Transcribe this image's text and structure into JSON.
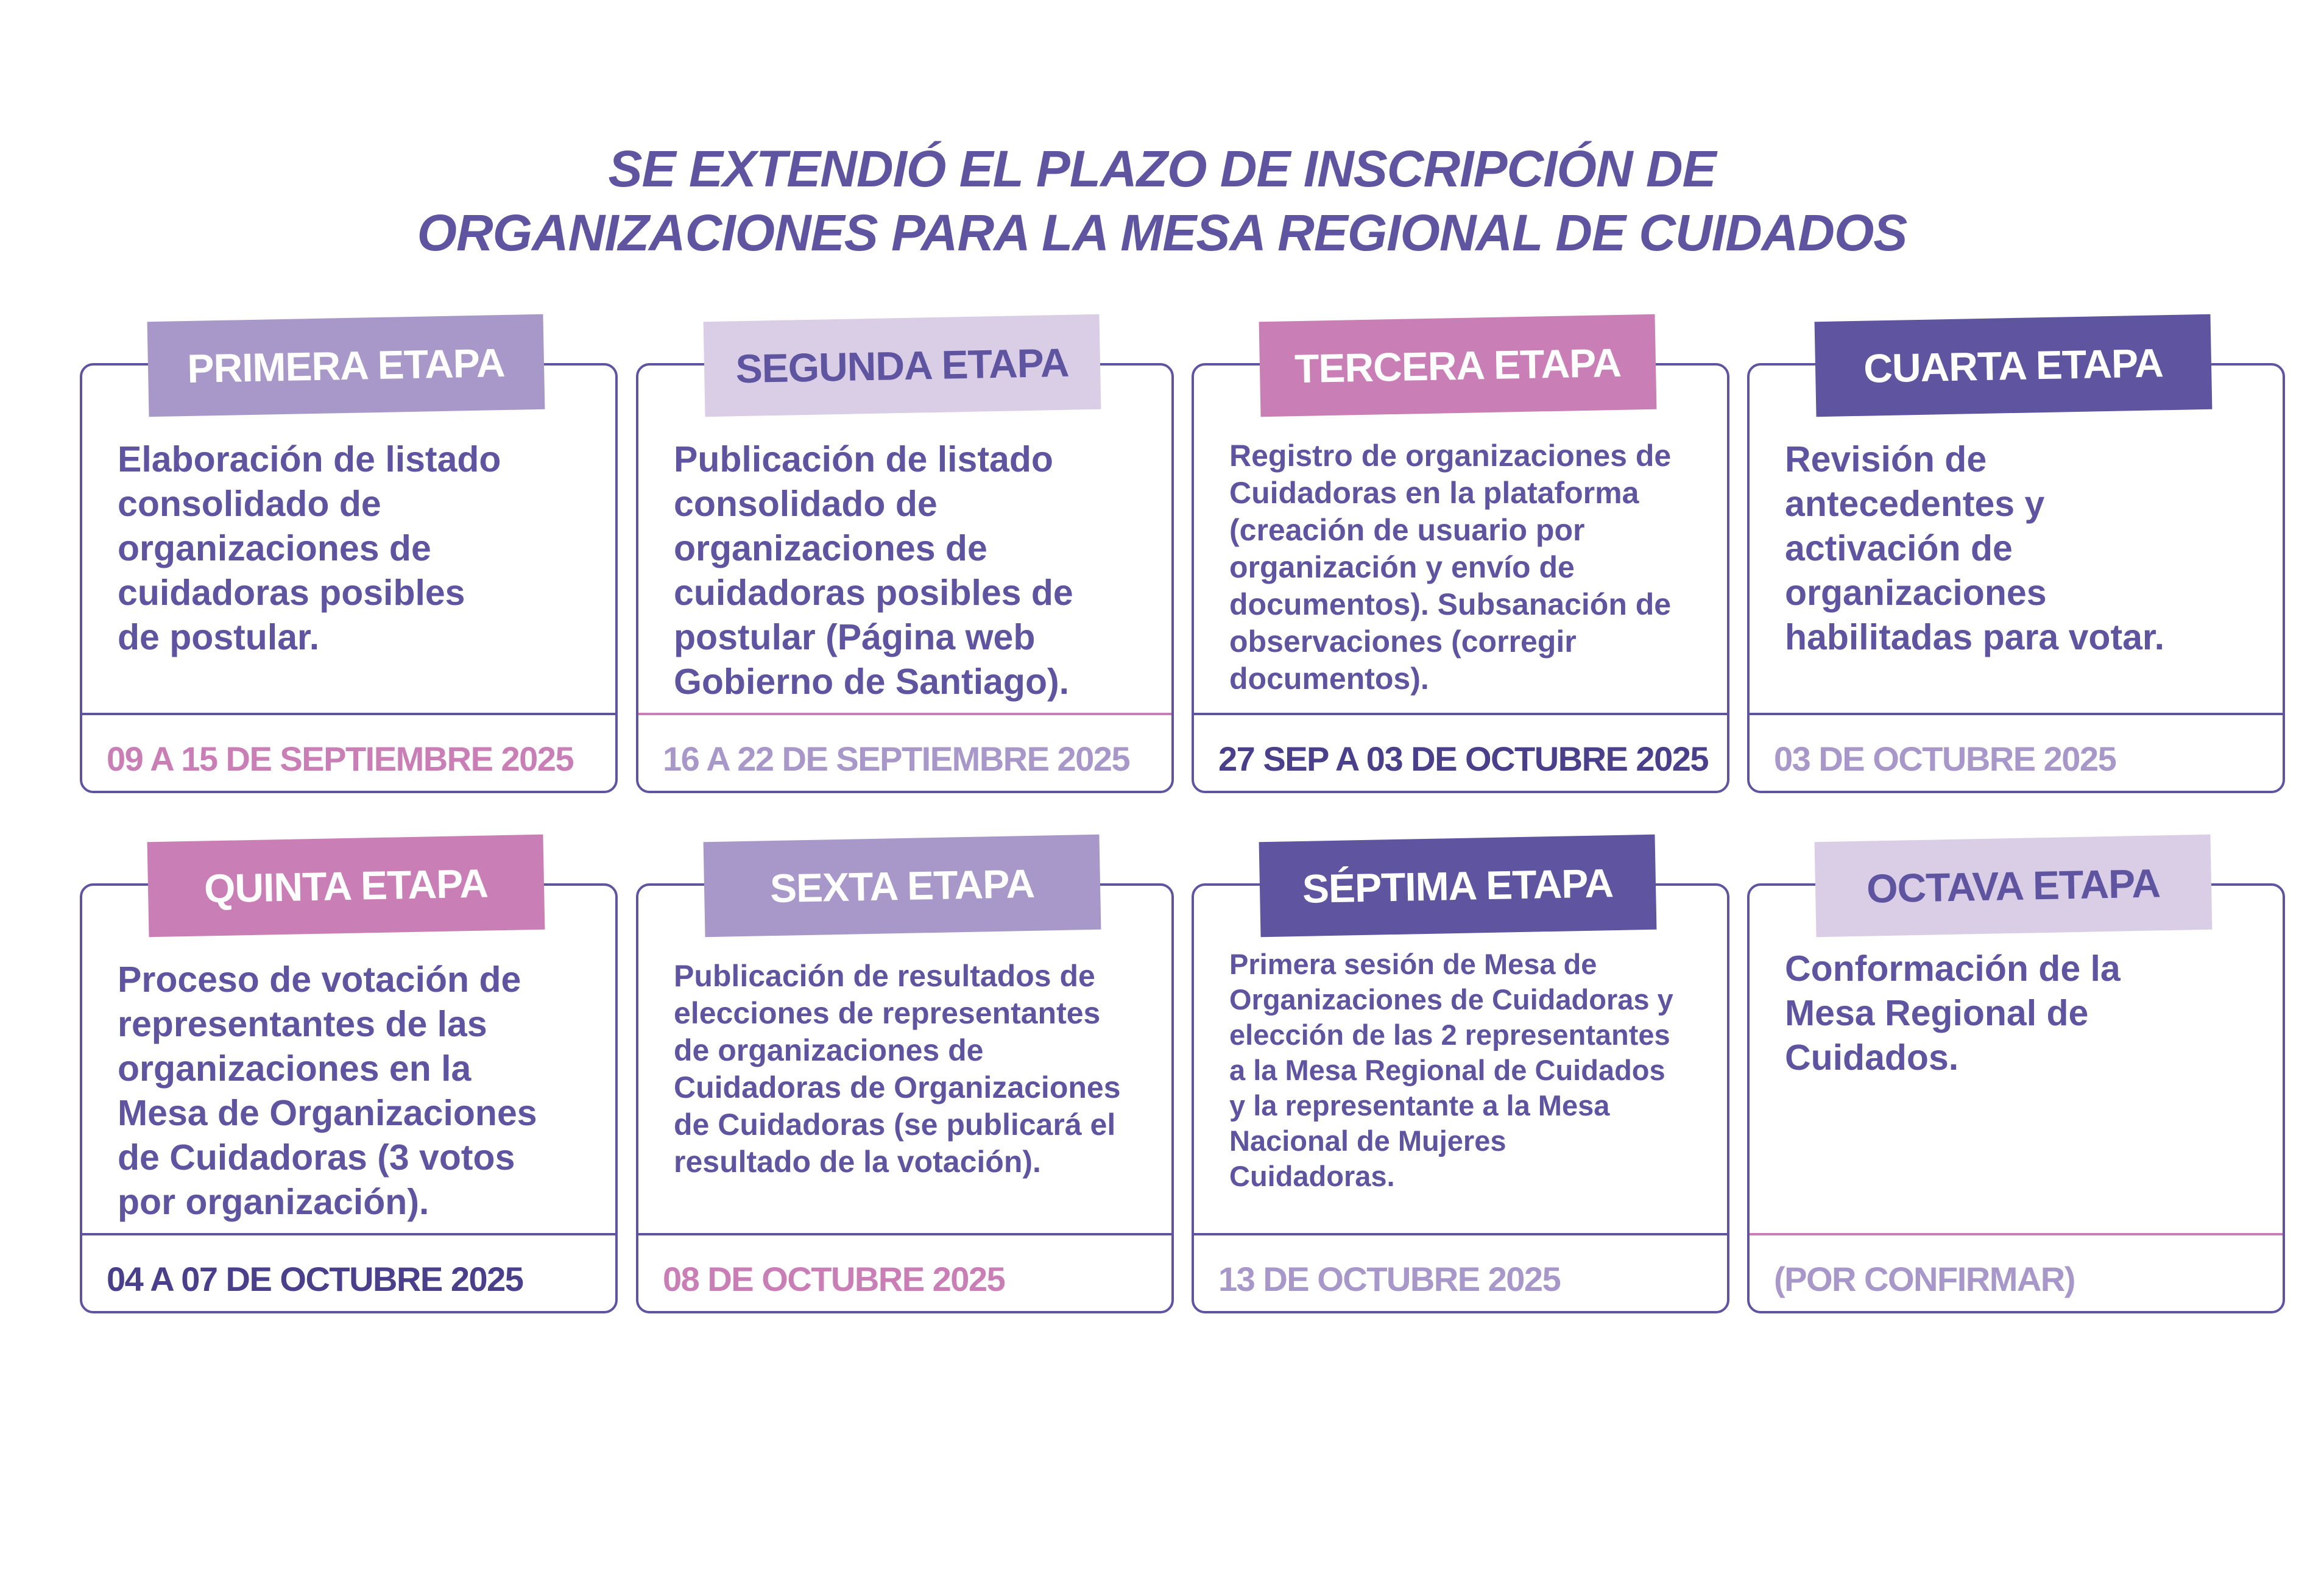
{
  "title": {
    "line1": "SE EXTENDIÓ EL PLAZO DE INSCRIPCIÓN DE",
    "line2": "ORGANIZACIONES PARA LA MESA REGIONAL DE CUIDADOS"
  },
  "colors": {
    "dark_purple": "#5e54a0",
    "mid_purple": "#a897c9",
    "light_purple": "#dacde6",
    "pink": "#c97fb5",
    "date_dark": "#4a3f8a"
  },
  "stages": [
    {
      "label": "PRIMERA ETAPA",
      "description": [
        "Elaboración de listado",
        "consolidado de",
        "organizaciones de",
        "cuidadoras posibles",
        "de postular."
      ],
      "date": "09 A 15 DE SEPTIEMBRE 2025"
    },
    {
      "label": "SEGUNDA ETAPA",
      "description": [
        "Publicación de listado",
        "consolidado de",
        "organizaciones de",
        "cuidadoras posibles de",
        "postular (Página web",
        "Gobierno de Santiago)."
      ],
      "date": "16 A 22 DE SEPTIEMBRE 2025"
    },
    {
      "label": "TERCERA ETAPA",
      "description": [
        "Registro de organizaciones de",
        "Cuidadoras en la plataforma",
        "(creación de usuario por",
        "organización y envío de",
        "documentos). Subsanación de",
        "observaciones (corregir",
        "documentos)."
      ],
      "date": "27 SEP A 03 DE OCTUBRE 2025"
    },
    {
      "label": "CUARTA ETAPA",
      "description": [
        "Revisión de",
        "antecedentes y",
        "activación de",
        "organizaciones",
        "habilitadas para votar."
      ],
      "date": "03 DE OCTUBRE 2025"
    },
    {
      "label": "QUINTA ETAPA",
      "description": [
        "Proceso de votación de",
        "representantes de las",
        "organizaciones en la",
        "Mesa de Organizaciones",
        "de Cuidadoras (3 votos",
        "por organización)."
      ],
      "date": "04 A 07 DE OCTUBRE 2025"
    },
    {
      "label": "SEXTA ETAPA",
      "description": [
        "Publicación de resultados de",
        "elecciones de representantes",
        "de organizaciones de",
        "Cuidadoras de Organizaciones",
        "de Cuidadoras (se publicará el",
        "resultado de la votación)."
      ],
      "date": "08 DE OCTUBRE 2025"
    },
    {
      "label": "SÉPTIMA ETAPA",
      "description": [
        "Primera sesión de Mesa de",
        "Organizaciones de Cuidadoras y",
        "elección de las 2 representantes",
        "a la Mesa Regional de Cuidados",
        "y la representante a la Mesa",
        "Nacional de Mujeres",
        "Cuidadoras."
      ],
      "date": "13 DE OCTUBRE 2025"
    },
    {
      "label": "OCTAVA ETAPA",
      "description": [
        "Conformación de la",
        "Mesa Regional de",
        "Cuidados."
      ],
      "date": "(POR CONFIRMAR)"
    }
  ]
}
